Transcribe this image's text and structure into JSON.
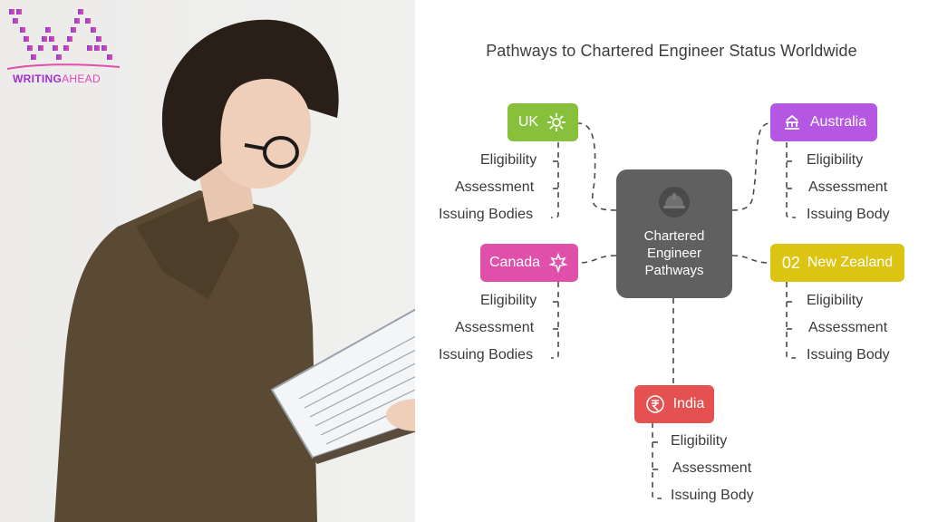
{
  "brand": {
    "logo_word_1": "WRITING",
    "logo_word_2": "AHEAD"
  },
  "diagram": {
    "title": "Pathways to Chartered Engineer Status Worldwide",
    "center_label_lines": [
      "Chartered",
      "Engineer",
      "Pathways"
    ],
    "colors": {
      "uk": "#87c13c",
      "australia": "#b657e3",
      "canada": "#e04fa9",
      "new_zealand": "#dcc413",
      "india": "#e55151",
      "center": "#606060"
    },
    "nodes": {
      "uk": {
        "label": "UK",
        "icon": "gear-cog-icon",
        "items": [
          "Eligibility",
          "Assessment",
          "Issuing Bodies"
        ]
      },
      "australia": {
        "label": "Australia",
        "icon": "network-hierarchy-icon",
        "items": [
          "Eligibility",
          "Assessment",
          "Issuing Body"
        ]
      },
      "canada": {
        "label": "Canada",
        "icon": "maple-leaf-icon",
        "items": [
          "Eligibility",
          "Assessment",
          "Issuing Bodies"
        ]
      },
      "new_zealand": {
        "label": "New Zealand",
        "icon_text": "02",
        "items": [
          "Eligibility",
          "Assessment",
          "Issuing Body"
        ]
      },
      "india": {
        "label": "India",
        "icon": "rupee-globe-icon",
        "items": [
          "Eligibility",
          "Assessment",
          "Issuing Body"
        ]
      }
    }
  }
}
